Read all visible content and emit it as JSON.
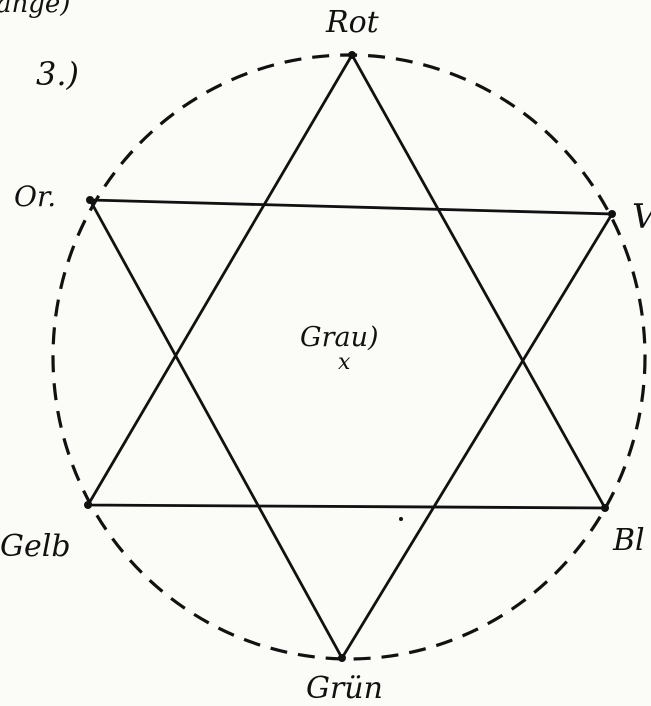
{
  "top_left_fragment": "ange)",
  "figure_number": "3.)",
  "vertices": {
    "top": "Rot",
    "upper_left": "Or.",
    "upper_right": "V",
    "lower_left": "Gelb",
    "lower_right": "Bl",
    "bottom": "Grün"
  },
  "center": {
    "label": "Grau)",
    "marker": "x"
  }
}
